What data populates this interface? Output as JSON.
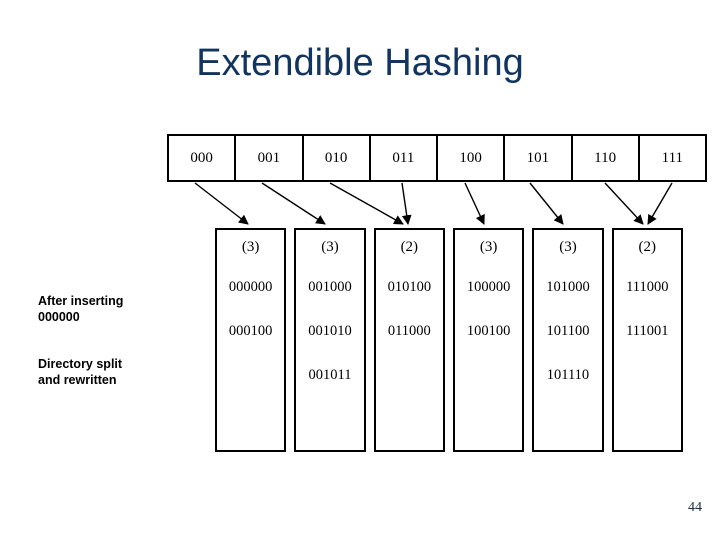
{
  "slide": {
    "title": "Extendible Hashing",
    "page_number": "44",
    "title_color": "#11355e",
    "line_color": "#000000",
    "background": "#ffffff"
  },
  "caption": {
    "line1": "After inserting",
    "line2": "000000",
    "line3": "Directory split",
    "line4": "and rewritten",
    "insert_text": "After inserting 000000",
    "split_text": "Directory split and rewritten"
  },
  "directory": {
    "global_depth": 3,
    "cells": [
      {
        "label": "000",
        "target_bucket": 0
      },
      {
        "label": "001",
        "target_bucket": 1
      },
      {
        "label": "010",
        "target_bucket": 2
      },
      {
        "label": "011",
        "target_bucket": 2
      },
      {
        "label": "100",
        "target_bucket": 3
      },
      {
        "label": "101",
        "target_bucket": 4
      },
      {
        "label": "110",
        "target_bucket": 5
      },
      {
        "label": "111",
        "target_bucket": 5
      }
    ]
  },
  "buckets": [
    {
      "depth": "(3)",
      "keys": [
        "000000",
        "000100"
      ]
    },
    {
      "depth": "(3)",
      "keys": [
        "001000",
        "001010",
        "001011"
      ]
    },
    {
      "depth": "(2)",
      "keys": [
        "010100",
        "011000"
      ]
    },
    {
      "depth": "(3)",
      "keys": [
        "100000",
        "100100"
      ]
    },
    {
      "depth": "(3)",
      "keys": [
        "101000",
        "101100",
        "101110"
      ]
    },
    {
      "depth": "(2)",
      "keys": [
        "111000",
        "111001"
      ]
    }
  ]
}
